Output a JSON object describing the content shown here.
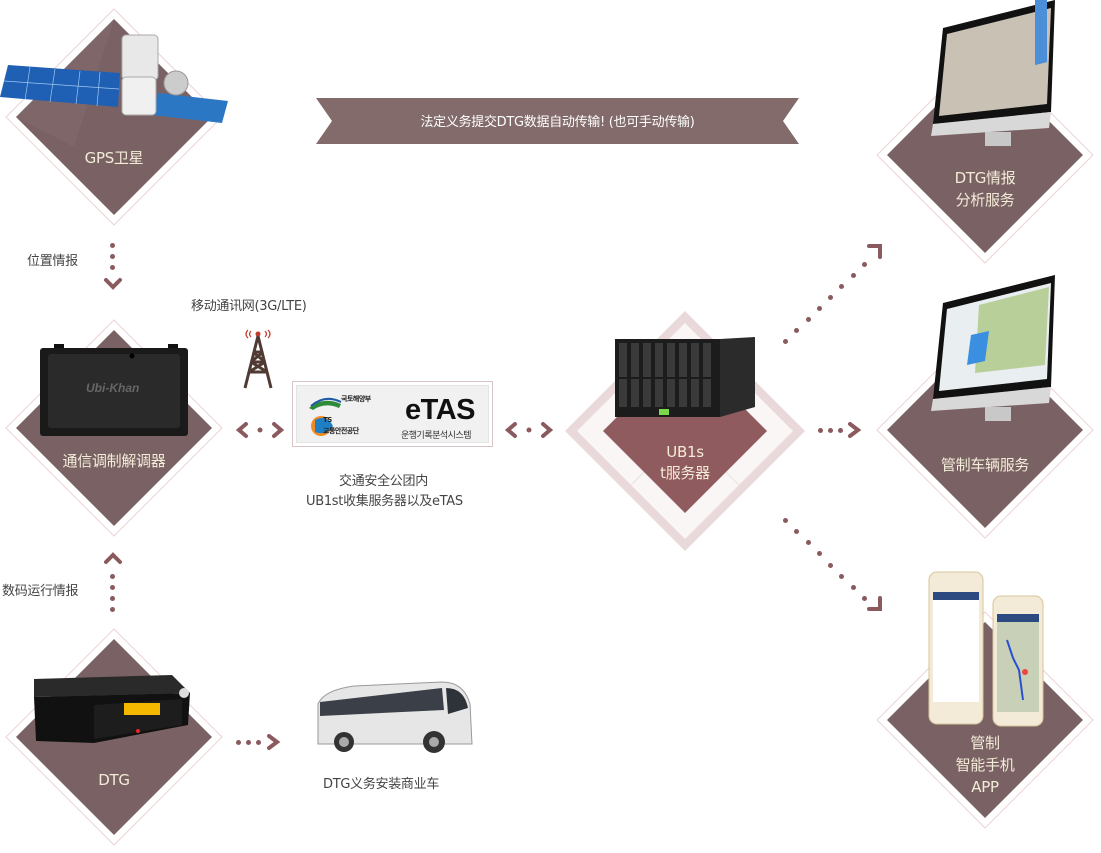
{
  "banner": {
    "text": "法定义务提交DTG数据自动传输! (也可手动传输)"
  },
  "nodes": {
    "gps": {
      "label": "GPS卫星",
      "icon": "satellite-icon"
    },
    "modem": {
      "label": "通信调制解调器",
      "icon": "modem-device-icon",
      "brand": "Ubi-Khan"
    },
    "dtg": {
      "label": "DTG",
      "icon": "dtg-recorder-icon"
    },
    "server": {
      "label_line1": "UB1s",
      "label_line2": "t服务器",
      "icon": "server-rack-icon"
    },
    "dtg_analysis": {
      "label_line1": "DTG情报",
      "label_line2": "分析服务",
      "icon": "monitor-icon"
    },
    "vehicle_control": {
      "label": "管制车辆服务",
      "icon": "monitor-map-icon"
    },
    "mobile_app": {
      "label_line1": "管制",
      "label_line2": "智能手机",
      "label_line3": "APP",
      "icon": "smartphone-icon"
    }
  },
  "labels": {
    "position_info": "位置情报",
    "digital_operation_info": "数码运行情报",
    "mobile_network": "移动通讯网(3G/LTE)",
    "etas_caption_line1": "交通安全公团内",
    "etas_caption_line2": "UB1st收集服务器以及eTAS",
    "bus_caption": "DTG义务安装商业车"
  },
  "etas": {
    "title": "eTAS",
    "subtitle": "운행기록분석시스템",
    "ministry": "국토해양부",
    "agency_short": "TS",
    "agency": "교통안전공단"
  },
  "colors": {
    "diamond_fill": "#7a6264",
    "diamond_outline": "#e8cfd2",
    "arrow": "#8a5a5e",
    "banner": "#836b6b",
    "label_text": "#f3ecd8",
    "server_diamond": "#8f5b5e"
  }
}
